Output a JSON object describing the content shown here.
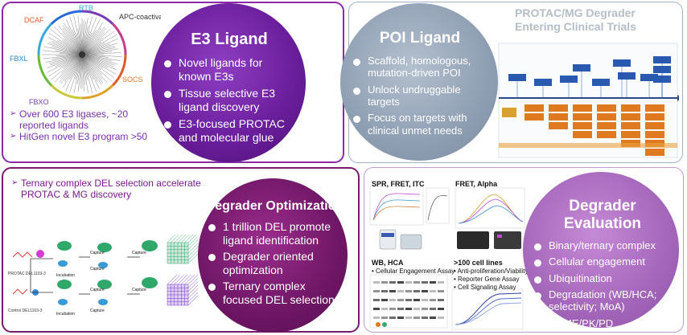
{
  "e3": {
    "title": "E3 Ligand",
    "bullets": [
      "Novel ligands for known E3s",
      "Tissue selective E3 ligand discovery",
      "E3-focused PROTAC and molecular glue"
    ],
    "notes": [
      "Over 600 E3 ligases, ~20 reported ligands",
      "HitGen novel E3 program >50"
    ],
    "tree_labels": [
      "DCAF",
      "RTB",
      "APC-coactivator",
      "FBXL",
      "SOCS",
      "FBXO"
    ]
  },
  "poi": {
    "title": "POI Ligand",
    "bullets": [
      "Scaffold, homologous, mutation-driven POI",
      "Unlock undruggable targets",
      "Focus on targets with clinical unmet needs"
    ],
    "figure_title": "PROTAC/MG Degrader Entering Clinical Trials"
  },
  "opt": {
    "title": "Degrader Optimization",
    "bullets": [
      "1 trillion DEL promote ligand identification",
      "Degrader oriented optimization",
      "Ternary complex focused DEL selection"
    ],
    "notes": [
      "Ternary complex DEL selection accelerate PROTAC & MG discovery"
    ],
    "scheme_labels": [
      "Incubation",
      "Capture",
      "Capture",
      "Capture",
      "Incubation",
      "Capture",
      "Capture",
      "Capture",
      "PROTAC DEL1103-3",
      "Control DEL1103-3"
    ]
  },
  "eval": {
    "title": "Degrader Evaluation",
    "bullets": [
      "Binary/ternary complex",
      "Cellular engagement",
      "Ubiquitination",
      "Degradation (WB/HCA; selectivity; MoA)",
      "ADME/PK/PD"
    ],
    "fig_left_title": "SPR, FRET, ITC",
    "fig_right_title": "FRET, Alpha",
    "wb_title": "WB, HCA",
    "wb_items": [
      "• Cellular Engagement Assay"
    ],
    "cell_title": ">100 cell lines",
    "cell_items": [
      "• Anti-proliferation/Viability",
      "• Reporter Gene Assay",
      "• Cell Signaling Assay"
    ]
  },
  "colors": {
    "e3": "#6c1f9d",
    "poi": "#8f9fb3",
    "opt": "#6f1666",
    "eval": "#a466ba"
  }
}
